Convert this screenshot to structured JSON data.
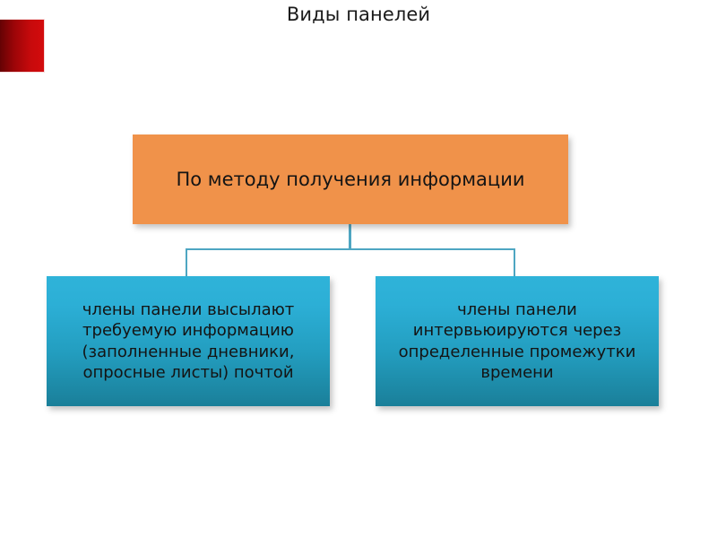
{
  "slide": {
    "title": "Виды панелей",
    "background_color": "#ffffff"
  },
  "decor": {
    "red_block": {
      "name": "red-accent-block",
      "gradient_from": "#5e0204",
      "gradient_to": "#d30b0d"
    }
  },
  "diagram": {
    "type": "hierarchy",
    "connector_color": "#4ea6c2",
    "root": {
      "label": "По методу получения информации",
      "fill": "#f0924a",
      "text_color": "#141414"
    },
    "children": [
      {
        "label": "члены панели высылают требуемую информацию (заполненные дневники, опросные листы) почтой",
        "fill_top": "#2fb3d9",
        "fill_bottom": "#1a7f99",
        "text_color": "#141414"
      },
      {
        "label": "члены панели интервьюируются через определенные промежутки времени",
        "fill_top": "#2fb3d9",
        "fill_bottom": "#1a7f99",
        "text_color": "#141414"
      }
    ]
  }
}
